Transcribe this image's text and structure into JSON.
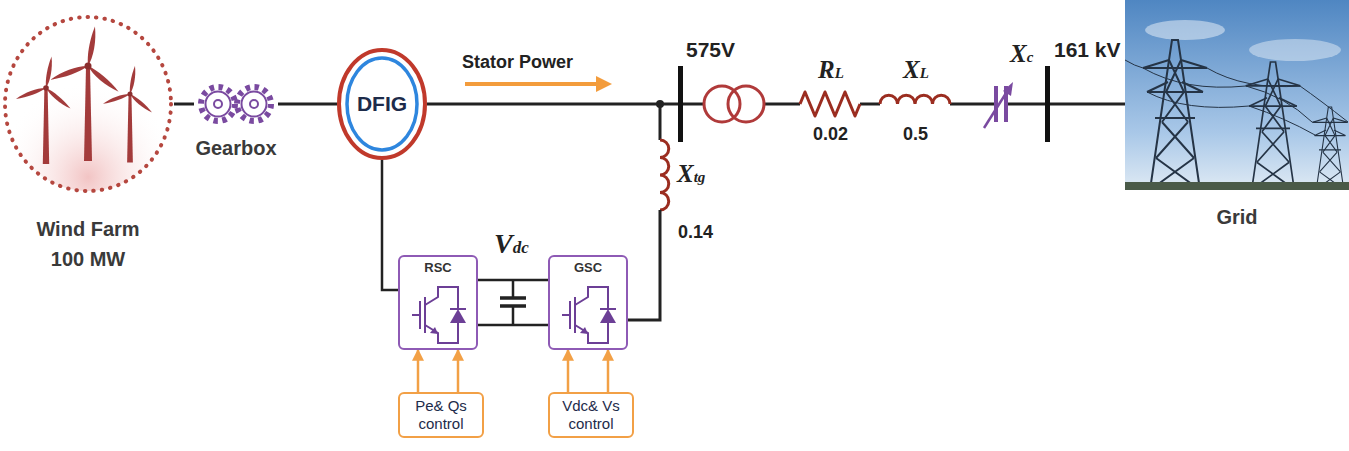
{
  "diagram": {
    "nodes": [
      {
        "text": [
          "Wind Farm 100 MW"
        ]
      },
      {
        "text": [
          "Gearbox"
        ]
      },
      {
        "text": [
          "DFIG"
        ]
      },
      {
        "text": [
          "Grid"
        ]
      },
      {
        "text": [
          "RSC"
        ]
      },
      {
        "text": [
          "GSC"
        ]
      },
      {
        "text": [
          "Pe& Qs control"
        ]
      },
      {
        "text": [
          "Vdc& Vs control"
        ]
      }
    ],
    "edges": [
      {
        "from": 0,
        "to": 1,
        "arrow": "none"
      },
      {
        "from": 1,
        "to": 2,
        "arrow": "none"
      },
      {
        "from": 2,
        "to": 4,
        "arrow": "none"
      },
      {
        "from": 4,
        "to": 5,
        "arrow": "none"
      },
      {
        "from": 4,
        "to": 5,
        "arrow": "none"
      },
      {
        "from": 6,
        "to": 4,
        "arrow": "to"
      },
      {
        "from": 6,
        "to": 4,
        "arrow": "to"
      },
      {
        "from": 7,
        "to": 5,
        "arrow": "to"
      },
      {
        "from": 7,
        "to": 5,
        "arrow": "to"
      }
    ],
    "labels": [
      "Stator Power",
      "575V",
      "RL",
      "0.02",
      "XL",
      "0.5",
      "Xc",
      "161 kV",
      "Xtg",
      "0.14",
      "Vdc"
    ]
  }
}
